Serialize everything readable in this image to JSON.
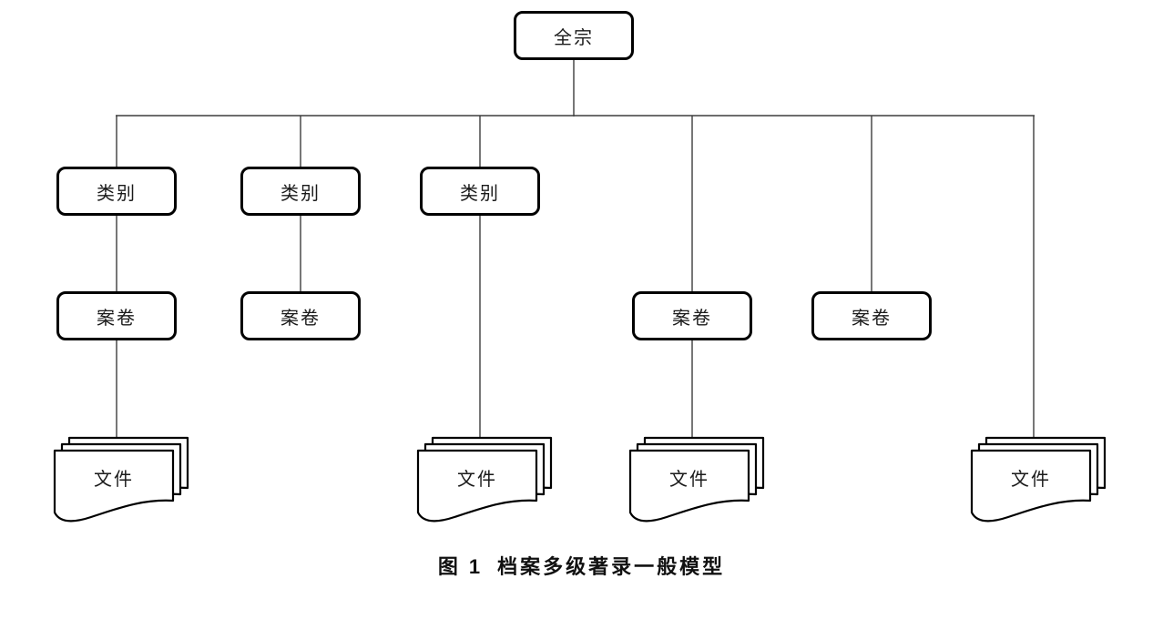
{
  "figure": {
    "caption_prefix": "图 1",
    "caption_text": "档案多级著录一般模型"
  },
  "nodes": {
    "root": {
      "label": "全宗"
    },
    "categories": [
      {
        "label": "类别"
      },
      {
        "label": "类别"
      },
      {
        "label": "类别"
      }
    ],
    "file_units": [
      {
        "label": "案卷"
      },
      {
        "label": "案卷"
      },
      {
        "label": "案卷"
      },
      {
        "label": "案卷"
      }
    ],
    "documents": [
      {
        "label": "文件"
      },
      {
        "label": "文件"
      },
      {
        "label": "文件"
      },
      {
        "label": "文件"
      }
    ]
  },
  "colors": {
    "connector": "#3d3d3d",
    "shape_border": "#000000",
    "background": "#ffffff",
    "text": "#1a1a1a"
  }
}
